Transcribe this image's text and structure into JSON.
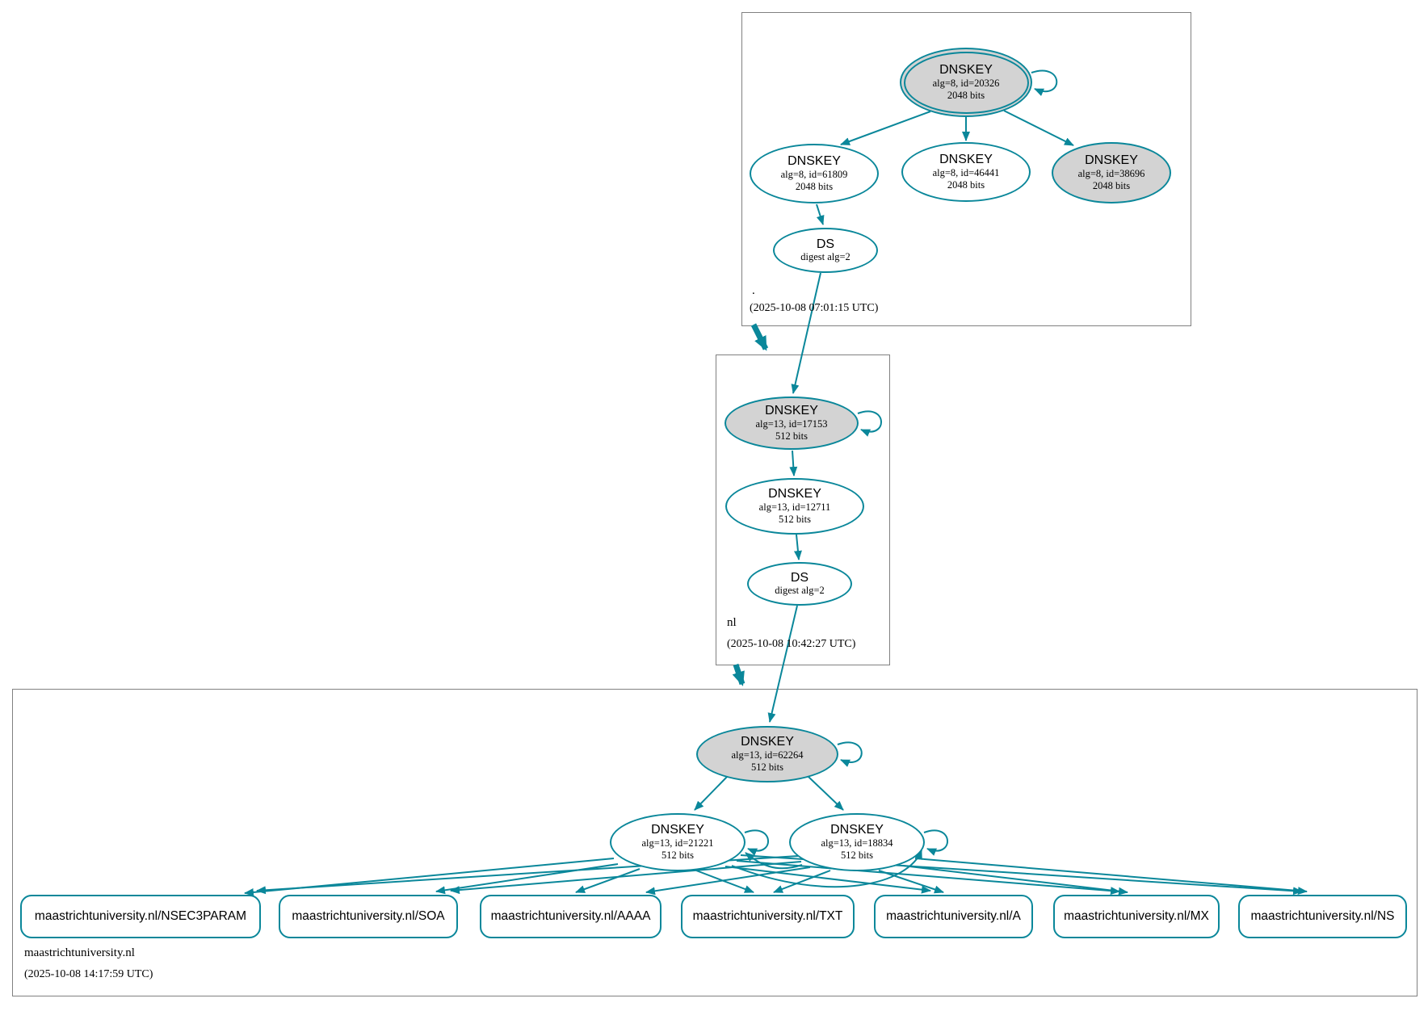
{
  "colors": {
    "edge_secure": "#0a879a",
    "sep_key_fill": "#d3d3d3",
    "node_fill": "#ffffff",
    "cluster_border": "#808080"
  },
  "zones": {
    "root": {
      "label": ".",
      "timestamp": "(2025-10-08 07:01:15 UTC)",
      "ksk": {
        "title": "DNSKEY",
        "alg": "alg=8, id=20326",
        "bits": "2048 bits"
      },
      "zsk1": {
        "title": "DNSKEY",
        "alg": "alg=8, id=61809",
        "bits": "2048 bits"
      },
      "zsk2": {
        "title": "DNSKEY",
        "alg": "alg=8, id=46441",
        "bits": "2048 bits"
      },
      "key3": {
        "title": "DNSKEY",
        "alg": "alg=8, id=38696",
        "bits": "2048 bits"
      },
      "ds": {
        "title": "DS",
        "digest": "digest alg=2"
      }
    },
    "nl": {
      "label": "nl",
      "timestamp": "(2025-10-08 10:42:27 UTC)",
      "ksk": {
        "title": "DNSKEY",
        "alg": "alg=13, id=17153",
        "bits": "512 bits"
      },
      "zsk": {
        "title": "DNSKEY",
        "alg": "alg=13, id=12711",
        "bits": "512 bits"
      },
      "ds": {
        "title": "DS",
        "digest": "digest alg=2"
      }
    },
    "mu": {
      "label": "maastrichtuniversity.nl",
      "timestamp": "(2025-10-08 14:17:59 UTC)",
      "ksk": {
        "title": "DNSKEY",
        "alg": "alg=13, id=62264",
        "bits": "512 bits"
      },
      "zsk1": {
        "title": "DNSKEY",
        "alg": "alg=13, id=21221",
        "bits": "512 bits"
      },
      "zsk2": {
        "title": "DNSKEY",
        "alg": "alg=13, id=18834",
        "bits": "512 bits"
      },
      "rrsets": [
        {
          "label": "maastrichtuniversity.nl/NSEC3PARAM"
        },
        {
          "label": "maastrichtuniversity.nl/SOA"
        },
        {
          "label": "maastrichtuniversity.nl/AAAA"
        },
        {
          "label": "maastrichtuniversity.nl/TXT"
        },
        {
          "label": "maastrichtuniversity.nl/A"
        },
        {
          "label": "maastrichtuniversity.nl/MX"
        },
        {
          "label": "maastrichtuniversity.nl/NS"
        }
      ]
    }
  }
}
